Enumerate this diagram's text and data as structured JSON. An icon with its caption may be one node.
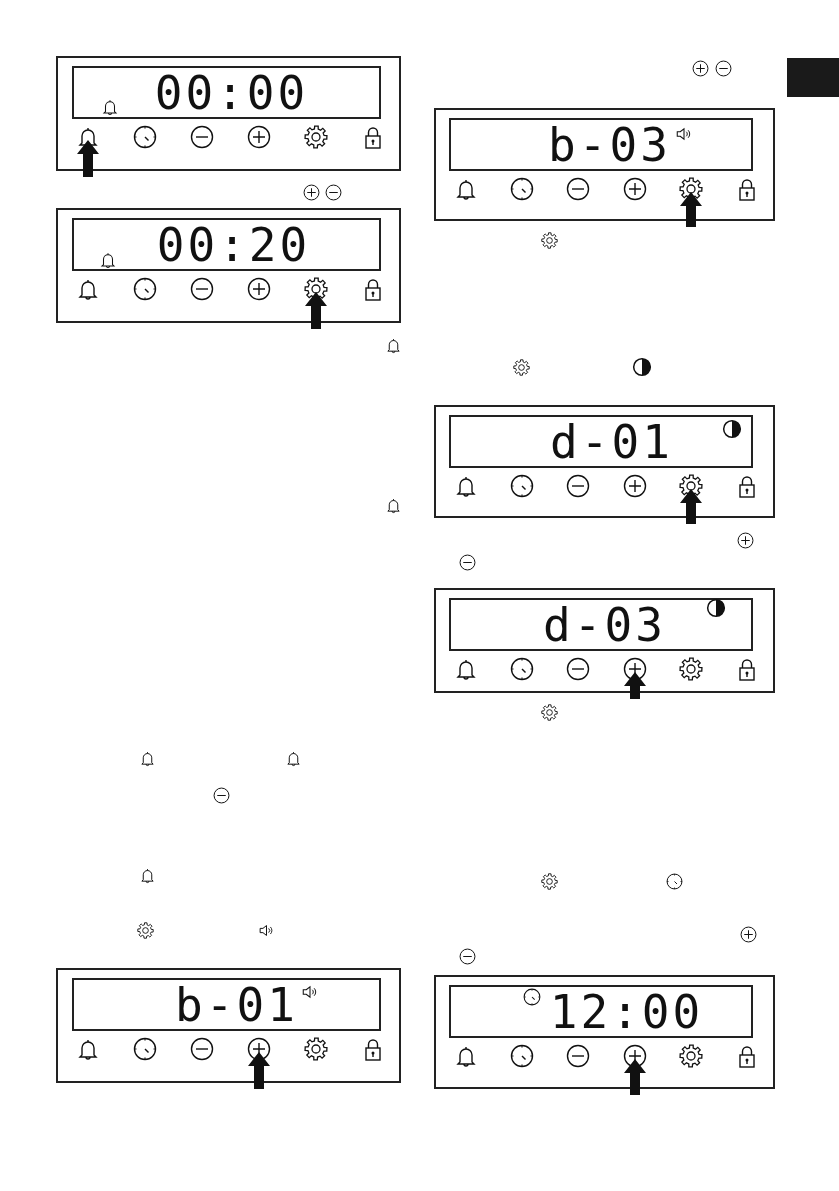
{
  "diagram": {
    "labels": [
      "00:00",
      "00:20",
      "b-01",
      "b-03",
      "d-01",
      "d-03",
      "12:00"
    ]
  }
}
